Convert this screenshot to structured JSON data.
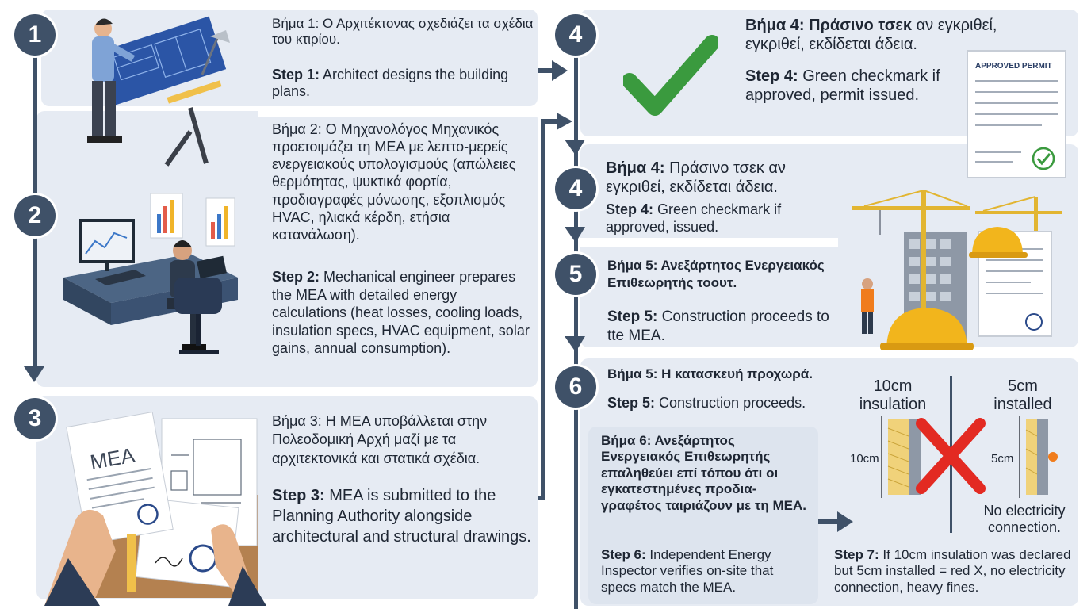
{
  "steps": {
    "s1": {
      "number": "1",
      "greek": "Βήμα 1: Ο Αρχιτέκτονας σχεδιάζει τα σχέδια του κτιρίου.",
      "english_label": "Step 1:",
      "english_text": " Architect designs the building plans."
    },
    "s2": {
      "number": "2",
      "greek": "Βήμα 2: Ο Μηχανολόγος Μηχανικός προετοιμάζει τη ΜΕΑ με λεπτο-μερείς ενεργειακούς υπολογισμούς (απώλειες θερμότητας, ψυκτικά φορτία, προδιαγραφές μόνωσης, εξοπλισμός HVAC, ηλιακά κέρδη, ετήσια κατανάλωση).",
      "english_label": "Step 2:",
      "english_text": " Mechanical engineer prepares the MEA with detailed energy calculations (heat losses, cooling loads, insulation specs, HVAC equipment, solar gains, annual consumption)."
    },
    "s3": {
      "number": "3",
      "greek": "Βήμα 3: Η ΜΕΑ υποβάλλεται στην Πολεοδομική Αρχή μαζί με τα αρχιτεκτονικά και στατικά σχέδια.",
      "english_label": "Step 3:",
      "english_text": " MEA is submitted to the Planning Authority alongside architectural and structural drawings.",
      "doc_label": "MEA"
    },
    "s4a": {
      "number": "4",
      "greek_label": "Βήμα 4: Πράσινο τσεκ",
      "greek_text": " αν εγκριθεί, εγκριθεί, εκδίδεται άδεια.",
      "english_label": "Step 4:",
      "english_text": " Green checkmark if approved, permit issued.",
      "permit_title": "APPROVED PERMIT"
    },
    "s4b": {
      "number": "4",
      "greek_label": "Βήμα 4:",
      "greek_text": " Πράσινο τσεκ αν εγκριθεί, εκδίδεται άδεια.",
      "english_label": "Step 4:",
      "english_text": " Green checkmark if approved, issued."
    },
    "s5": {
      "number": "5",
      "greek": "Βήμα 5: Ανεξάρτητος Ενεργειακός Επιθεωρητής τοουτ.",
      "english_label": "Step 5:",
      "english_text": " Construction proceeds to tte MEA."
    },
    "s6": {
      "number": "6",
      "greek_a": "Βήμα 5: Η κατασκευή προχωρά.",
      "english_a_label": "Step 5:",
      "english_a_text": " Construction proceeds.",
      "greek_b": "Βήμα 6: Ανεξάρτητος Ενεργειακός Επιθεωρητής επαληθεύει επί τόπου ότι οι εγκατεστημένες προδια-γραφέτος ταιριάζουν με τη ΜΕΑ.",
      "english_b_label": "Step 6:",
      "english_b_text": " Independent Energy Inspector verifies on-site that specs match the MEA."
    },
    "s7": {
      "declared_title": "10cm insulation",
      "installed_title": "5cm installed",
      "declared_dim": "10cm",
      "installed_dim": "5cm",
      "note": "No electricity connection.",
      "english_label": "Step 7:",
      "english_text": " If 10cm insulation was declared but 5cm installed = red X, no electricity connection, heavy fines."
    }
  },
  "colors": {
    "node": "#3f5168",
    "panel": "#e6ebf3",
    "check": "#3a9a3e",
    "cross": "#e32a22",
    "helmet": "#f2b51c"
  },
  "icons": [
    "architect-icon",
    "engineer-desk-icon",
    "documents-icon",
    "checkmark-icon",
    "permit-document-icon",
    "crane-icon",
    "hard-hat-icon",
    "red-x-icon",
    "insulation-wall-icon"
  ]
}
